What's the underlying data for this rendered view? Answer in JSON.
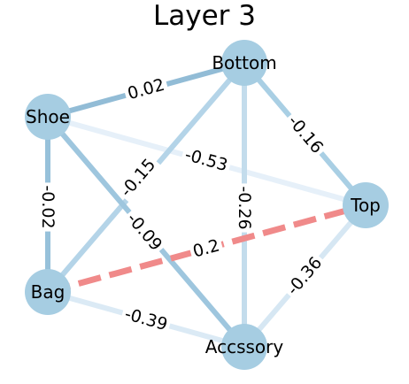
{
  "title": "Layer 3",
  "node_color": "#a6cde2",
  "nodes": [
    {
      "id": "bottom",
      "label": "Bottom"
    },
    {
      "id": "shoe",
      "label": "Shoe"
    },
    {
      "id": "top",
      "label": "Top"
    },
    {
      "id": "bag",
      "label": "Bag"
    },
    {
      "id": "accessory",
      "label": "Accssory"
    }
  ],
  "edges": [
    {
      "id": "shoe-bottom",
      "source": "shoe",
      "target": "bottom",
      "weight": "0.02",
      "color": "#92bcd6",
      "style": "solid"
    },
    {
      "id": "bottom-top",
      "source": "bottom",
      "target": "top",
      "weight": "-0.16",
      "color": "#a9cfe4",
      "style": "solid"
    },
    {
      "id": "shoe-top",
      "source": "shoe",
      "target": "top",
      "weight": "-0.53",
      "color": "#e6f0f9",
      "style": "solid"
    },
    {
      "id": "bottom-bag",
      "source": "bottom",
      "target": "bag",
      "weight": "-0.15",
      "color": "#b4d4e8",
      "style": "solid"
    },
    {
      "id": "bottom-accessory",
      "source": "bottom",
      "target": "accessory",
      "weight": "-0.26",
      "color": "#c3dcec",
      "style": "solid"
    },
    {
      "id": "shoe-bag",
      "source": "shoe",
      "target": "bag",
      "weight": "-0.02",
      "color": "#97c1da",
      "style": "solid"
    },
    {
      "id": "shoe-accessory",
      "source": "shoe",
      "target": "accessory",
      "weight": "-0.09",
      "color": "#9ec6de",
      "style": "solid"
    },
    {
      "id": "bag-top",
      "source": "bag",
      "target": "top",
      "weight": "0.2",
      "color": "#f08a8a",
      "style": "dashed"
    },
    {
      "id": "top-accessory",
      "source": "top",
      "target": "accessory",
      "weight": "-0.36",
      "color": "#d6e7f3",
      "style": "solid"
    },
    {
      "id": "bag-accessory",
      "source": "bag",
      "target": "accessory",
      "weight": "-0.39",
      "color": "#dbeaf5",
      "style": "solid"
    }
  ]
}
